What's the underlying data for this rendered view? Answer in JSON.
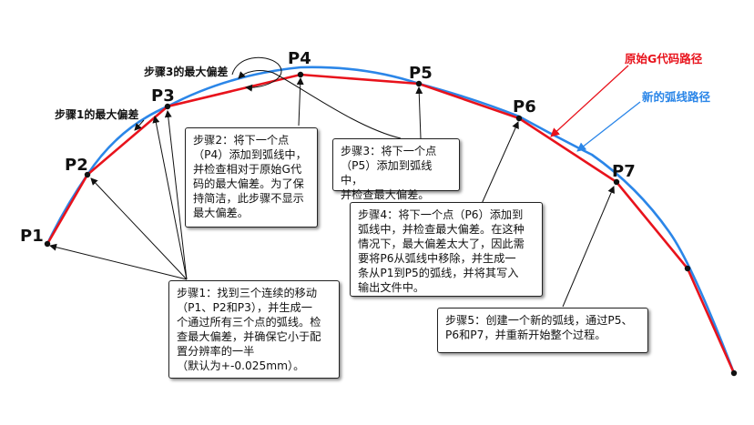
{
  "points": [
    "P1",
    "P2",
    "P3",
    "P4",
    "P5",
    "P6",
    "P7"
  ],
  "legend": {
    "gcode_path": "原始G代码路径",
    "arc_path": "新的弧线路径"
  },
  "colors": {
    "gcode": "#e8131c",
    "arc": "#2b86e8",
    "ink": "#111111"
  },
  "labels": {
    "step1_max_dev": "步骤1的最大偏差",
    "step3_max_dev": "步骤3的最大偏差"
  },
  "notes": {
    "step1": "步骤1：找到三个连续的移动\n（P1、P2和P3），并生成一\n个通过所有三个点的弧线。检\n查最大偏差，并确保它小于配\n置分辨率的一半\n（默认为+-0.025mm）。",
    "step2": "步骤2：将下一个点\n（P4）添加到弧线中，\n并检查相对于原始G代\n码的最大偏差。为了保\n持简洁，此步骤不显示\n最大偏差。",
    "step3": "步骤3：将下一个点\n（P5）添加到弧线中，\n并检查最大偏差。",
    "step4": "步骤4：将下一个点（P6）添加到\n弧线中，并检查最大偏差。在这种\n情况下，最大偏差太大了，因此需\n要将P6从弧线中移除，并生成一\n条从P1到P5的弧线，并将其写入\n输出文件中。",
    "step5": "步骤5：创建一个新的弧线，通过P5、\nP6和P7，并重新开始整个过程。"
  }
}
